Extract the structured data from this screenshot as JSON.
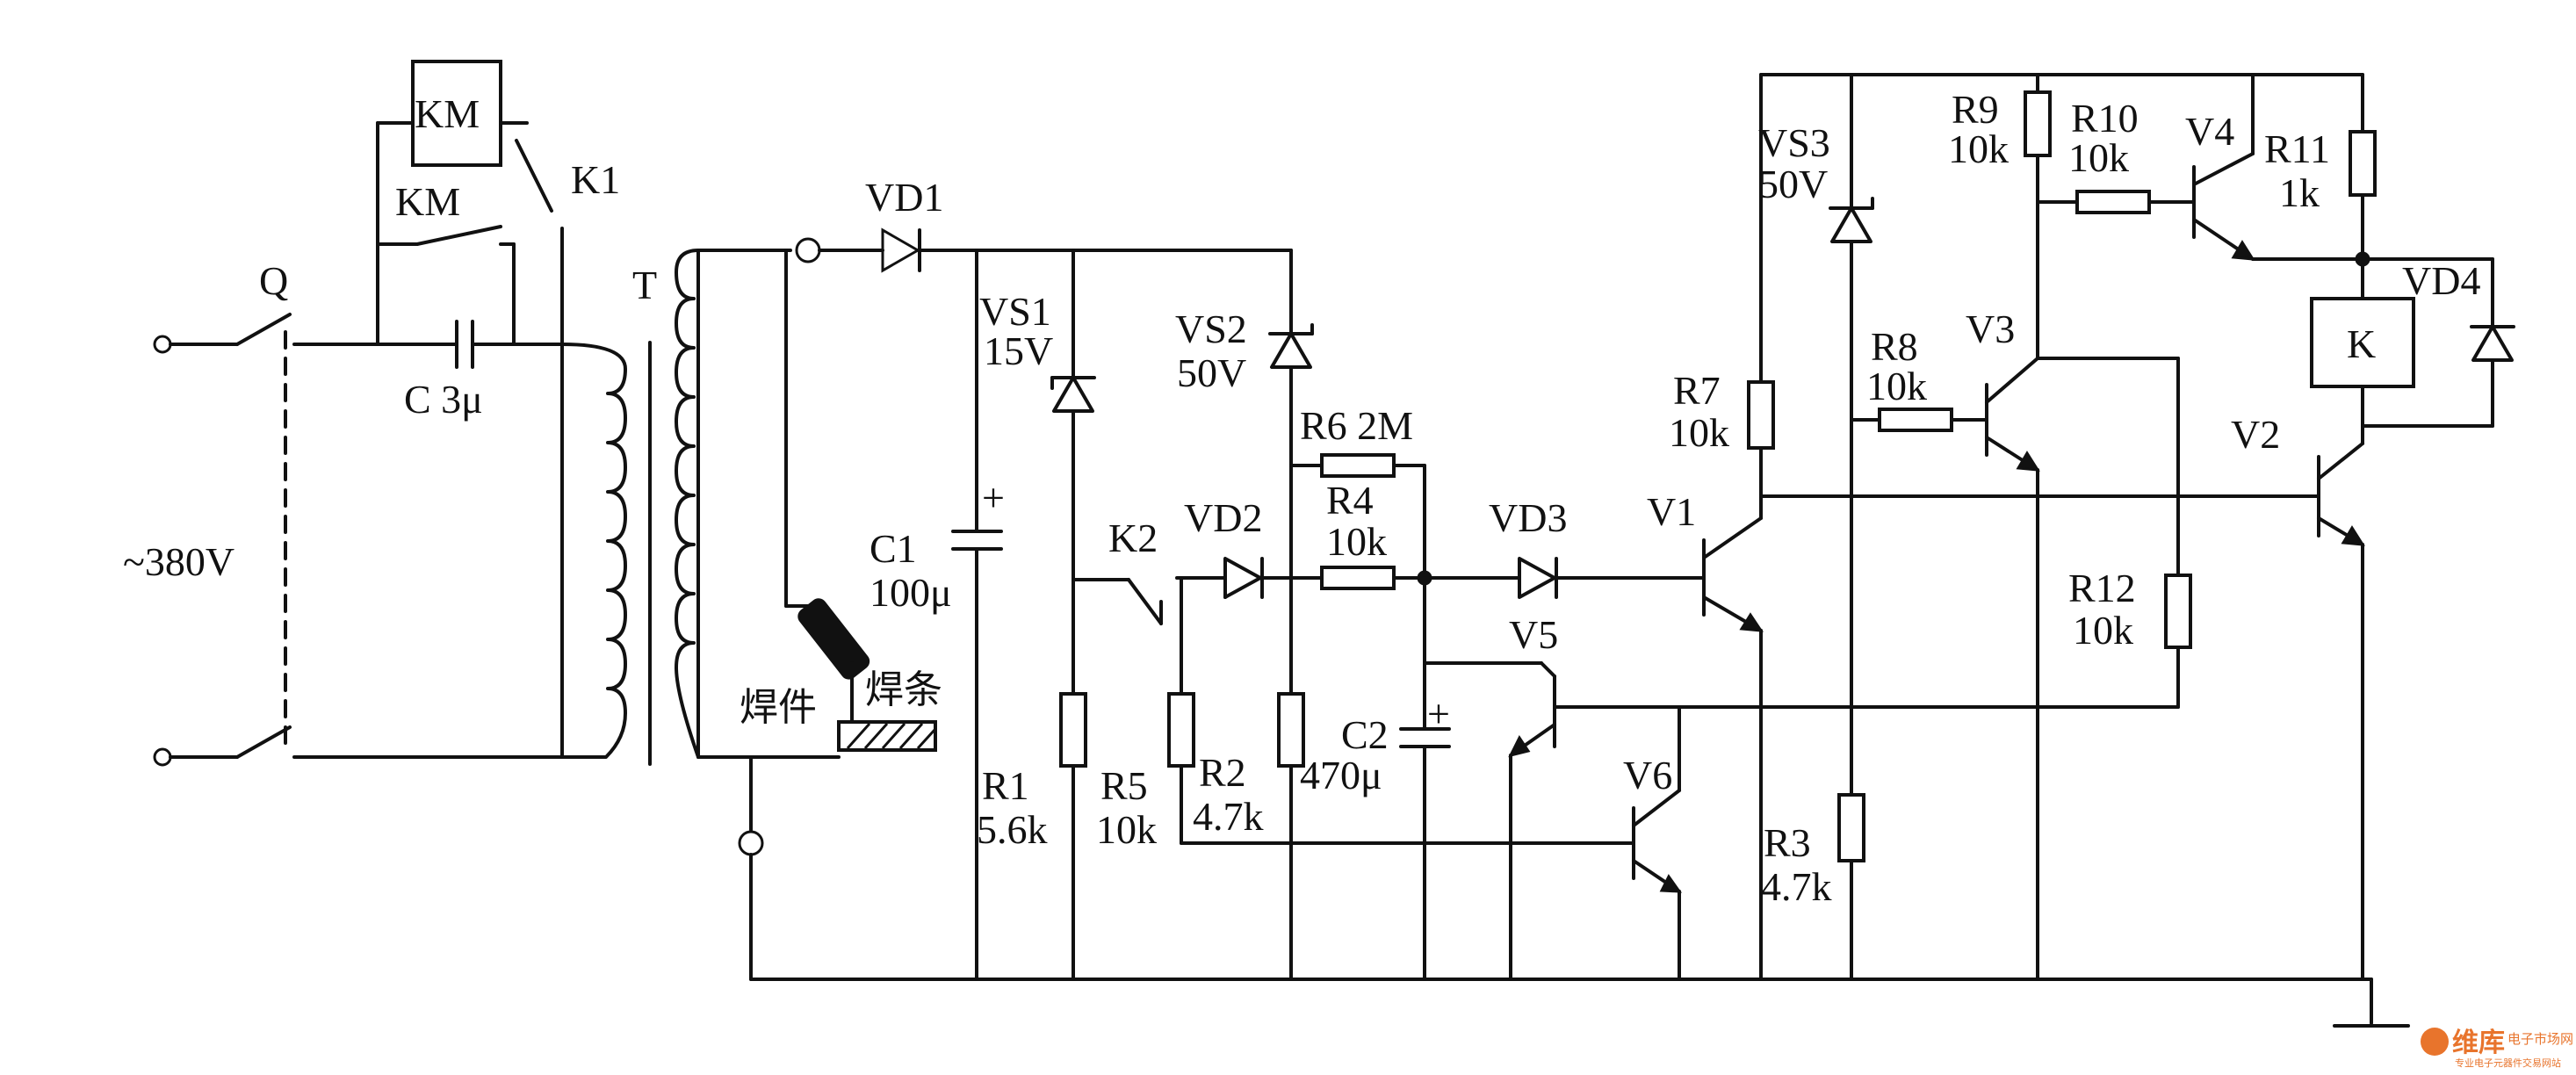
{
  "labels": {
    "km_coil": "KM",
    "km_contact": "KM",
    "k1": "K1",
    "q": "Q",
    "cap_c": "C 3μ",
    "supply": "~380V",
    "t": "T",
    "workpiece": "焊件",
    "rod": "焊条",
    "vd1": "VD1",
    "vs1": "VS1",
    "vs1_val": "15V",
    "c1": "C1",
    "c1_val": "100μ",
    "c1_plus": "+",
    "vs2": "VS2",
    "vs2_val": "50V",
    "r6": "R6 2M",
    "r4": "R4",
    "r4_val": "10k",
    "k2": "K2",
    "vd2": "VD2",
    "vd3": "VD3",
    "r1": "R1",
    "r1_val": "5.6k",
    "r5": "R5",
    "r5_val": "10k",
    "r2": "R2",
    "r2_val": "4.7k",
    "c2": "C2",
    "c2_val": "470μ",
    "c2_plus": "+",
    "v5": "V5",
    "v6": "V6",
    "v1": "V1",
    "vs3": "VS3",
    "vs3_val": "50V",
    "r7": "R7",
    "r7_val": "10k",
    "r3": "R3",
    "r3_val": "4.7k",
    "r9": "R9",
    "r9_val": "10k",
    "r10": "R10",
    "r10_val": "10k",
    "v4": "V4",
    "r11": "R11",
    "r11_val": "1k",
    "r8": "R8",
    "r8_val": "10k",
    "v3": "V3",
    "vd4": "VD4",
    "k": "K",
    "v2": "V2",
    "r12": "R12",
    "r12_val": "10k"
  },
  "watermark": {
    "brand": "维库",
    "tag": "电子市场网",
    "sub": "专业电子元器件交易网站"
  },
  "colors": {
    "ink": "#111111",
    "watermark": "#e8742c"
  }
}
